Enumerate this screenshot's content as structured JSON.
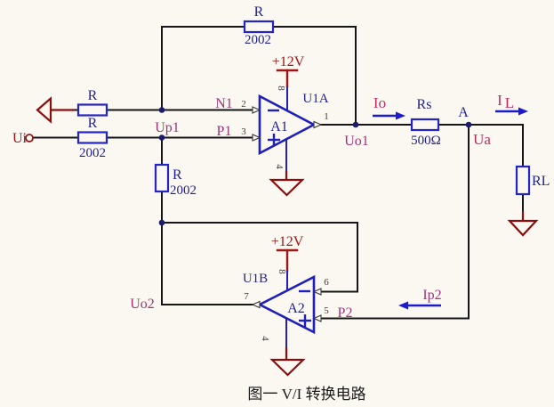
{
  "caption": "图一 V/I 转换电路",
  "input": {
    "label": "Ui"
  },
  "power": {
    "label": "+12V"
  },
  "opamps": {
    "a1": {
      "designator": "A1",
      "ref": "U1A",
      "pin_out": "1",
      "pin_neg": "2",
      "pin_pos": "3",
      "pin_vcc": "8",
      "pin_gnd": "4"
    },
    "a2": {
      "designator": "A2",
      "ref": "U1B",
      "pin_out": "7",
      "pin_neg": "6",
      "pin_pos": "5",
      "pin_vcc": "8",
      "pin_gnd": "4"
    }
  },
  "resistors": {
    "feedback_top": {
      "label": "R",
      "value": "2002"
    },
    "n1_series": {
      "label": "R"
    },
    "input_series": {
      "label": "R",
      "value": "2002"
    },
    "up1_feedback": {
      "label": "R",
      "value": "2002"
    },
    "sense": {
      "label": "Rs",
      "value": "500Ω"
    },
    "load": {
      "label": "RL"
    }
  },
  "nets": {
    "n1": "N1",
    "p1": "P1",
    "up1": "Up1",
    "uo1": "Uo1",
    "uo2": "Uo2",
    "p2": "P2",
    "node_a": "A",
    "ua": "Ua"
  },
  "currents": {
    "io": "Io",
    "il_base": "I",
    "il_sub": "L",
    "ip2": "Ip2"
  },
  "colors": {
    "background": "#FBF7F1",
    "wire_black": "#151515",
    "component_blue": "#2325C6",
    "opamp_blue": "#1F20BB",
    "arrow_blue": "#1C1CCC",
    "label_navy": "#23238E",
    "net_magenta": "#A03478",
    "current_crimson": "#BE2D62",
    "power_red": "#A11414",
    "ground_red": "#8B0E0E"
  }
}
